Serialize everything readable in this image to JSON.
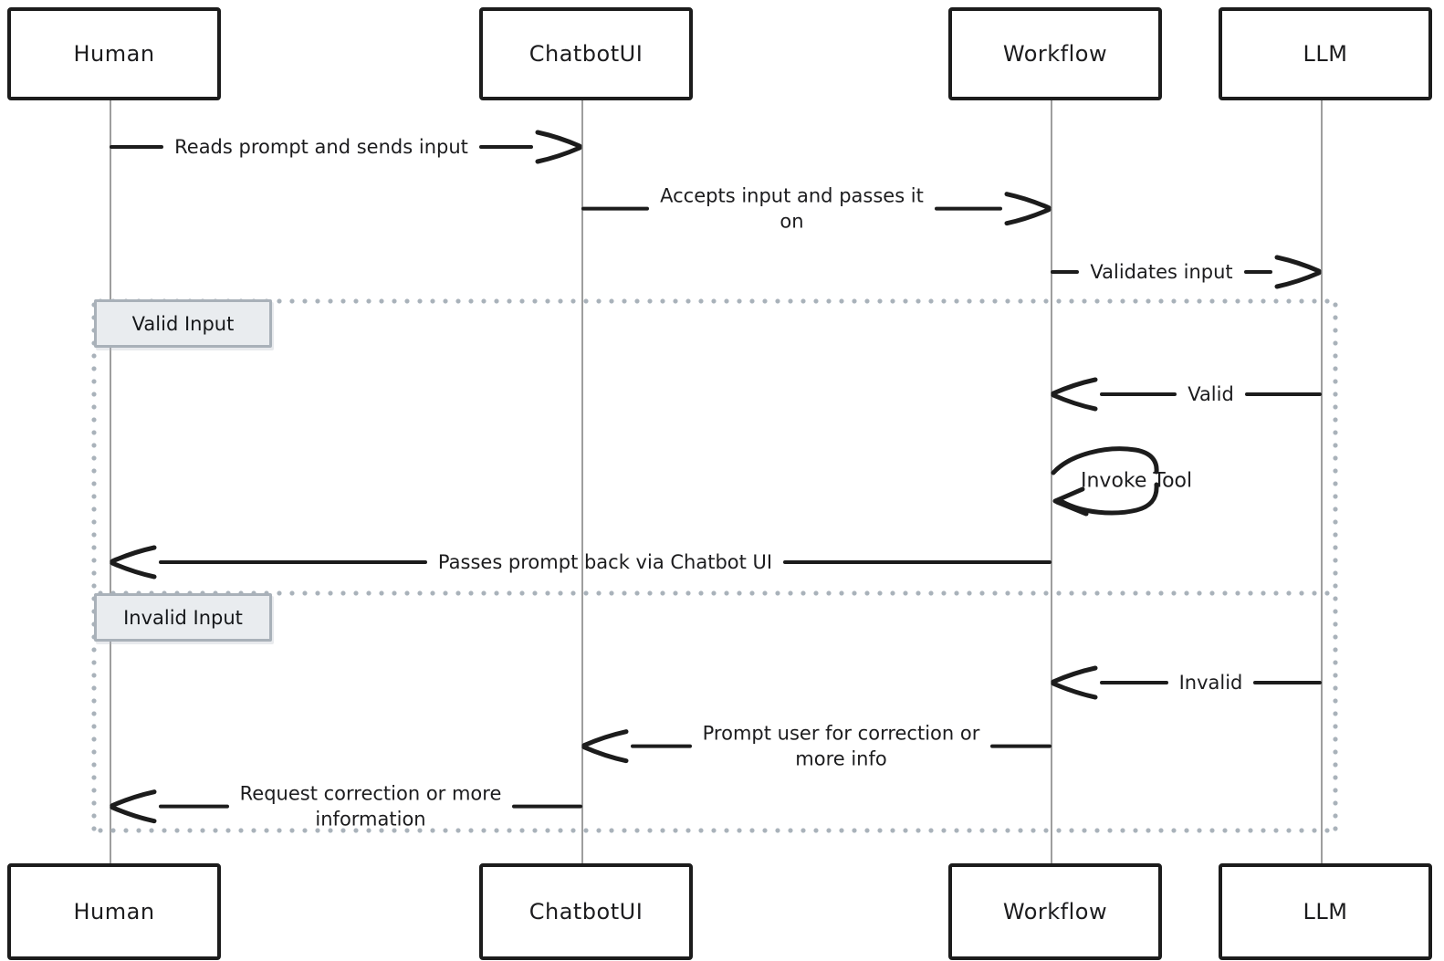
{
  "diagram": {
    "type": "sequence",
    "participants": [
      {
        "id": "human",
        "label": "Human"
      },
      {
        "id": "chatbotui",
        "label": "ChatbotUI"
      },
      {
        "id": "workflow",
        "label": "Workflow"
      },
      {
        "id": "llm",
        "label": "LLM"
      }
    ],
    "messages": [
      {
        "from": "Human",
        "to": "ChatbotUI",
        "direction": "right",
        "label": "Reads prompt and sends input"
      },
      {
        "from": "ChatbotUI",
        "to": "Workflow",
        "direction": "right",
        "label": "Accepts input and passes it\non"
      },
      {
        "from": "Workflow",
        "to": "LLM",
        "direction": "right",
        "label": "Validates input"
      },
      {
        "from": "LLM",
        "to": "Workflow",
        "direction": "left",
        "label": "Valid"
      },
      {
        "from": "Workflow",
        "to": "Workflow",
        "direction": "self",
        "label": "Invoke Tool"
      },
      {
        "from": "Workflow",
        "to": "Human",
        "direction": "left",
        "label": "Passes prompt back via Chatbot UI"
      },
      {
        "from": "LLM",
        "to": "Workflow",
        "direction": "left",
        "label": "Invalid"
      },
      {
        "from": "Workflow",
        "to": "ChatbotUI",
        "direction": "left",
        "label": "Prompt user for correction or\nmore info"
      },
      {
        "from": "ChatbotUI",
        "to": "Human",
        "direction": "left",
        "label": "Request correction or more\ninformation"
      }
    ],
    "alt": {
      "sections": [
        {
          "label": "Valid Input"
        },
        {
          "label": "Invalid Input"
        }
      ]
    },
    "colors": {
      "stroke": "#1c1c1c",
      "lifeline": "#9e9e9e",
      "frame_dots": "#a9b2ba",
      "section_label_fill": "#e9ecef",
      "section_label_border": "#a9b1b9",
      "background": "#ffffff"
    }
  }
}
